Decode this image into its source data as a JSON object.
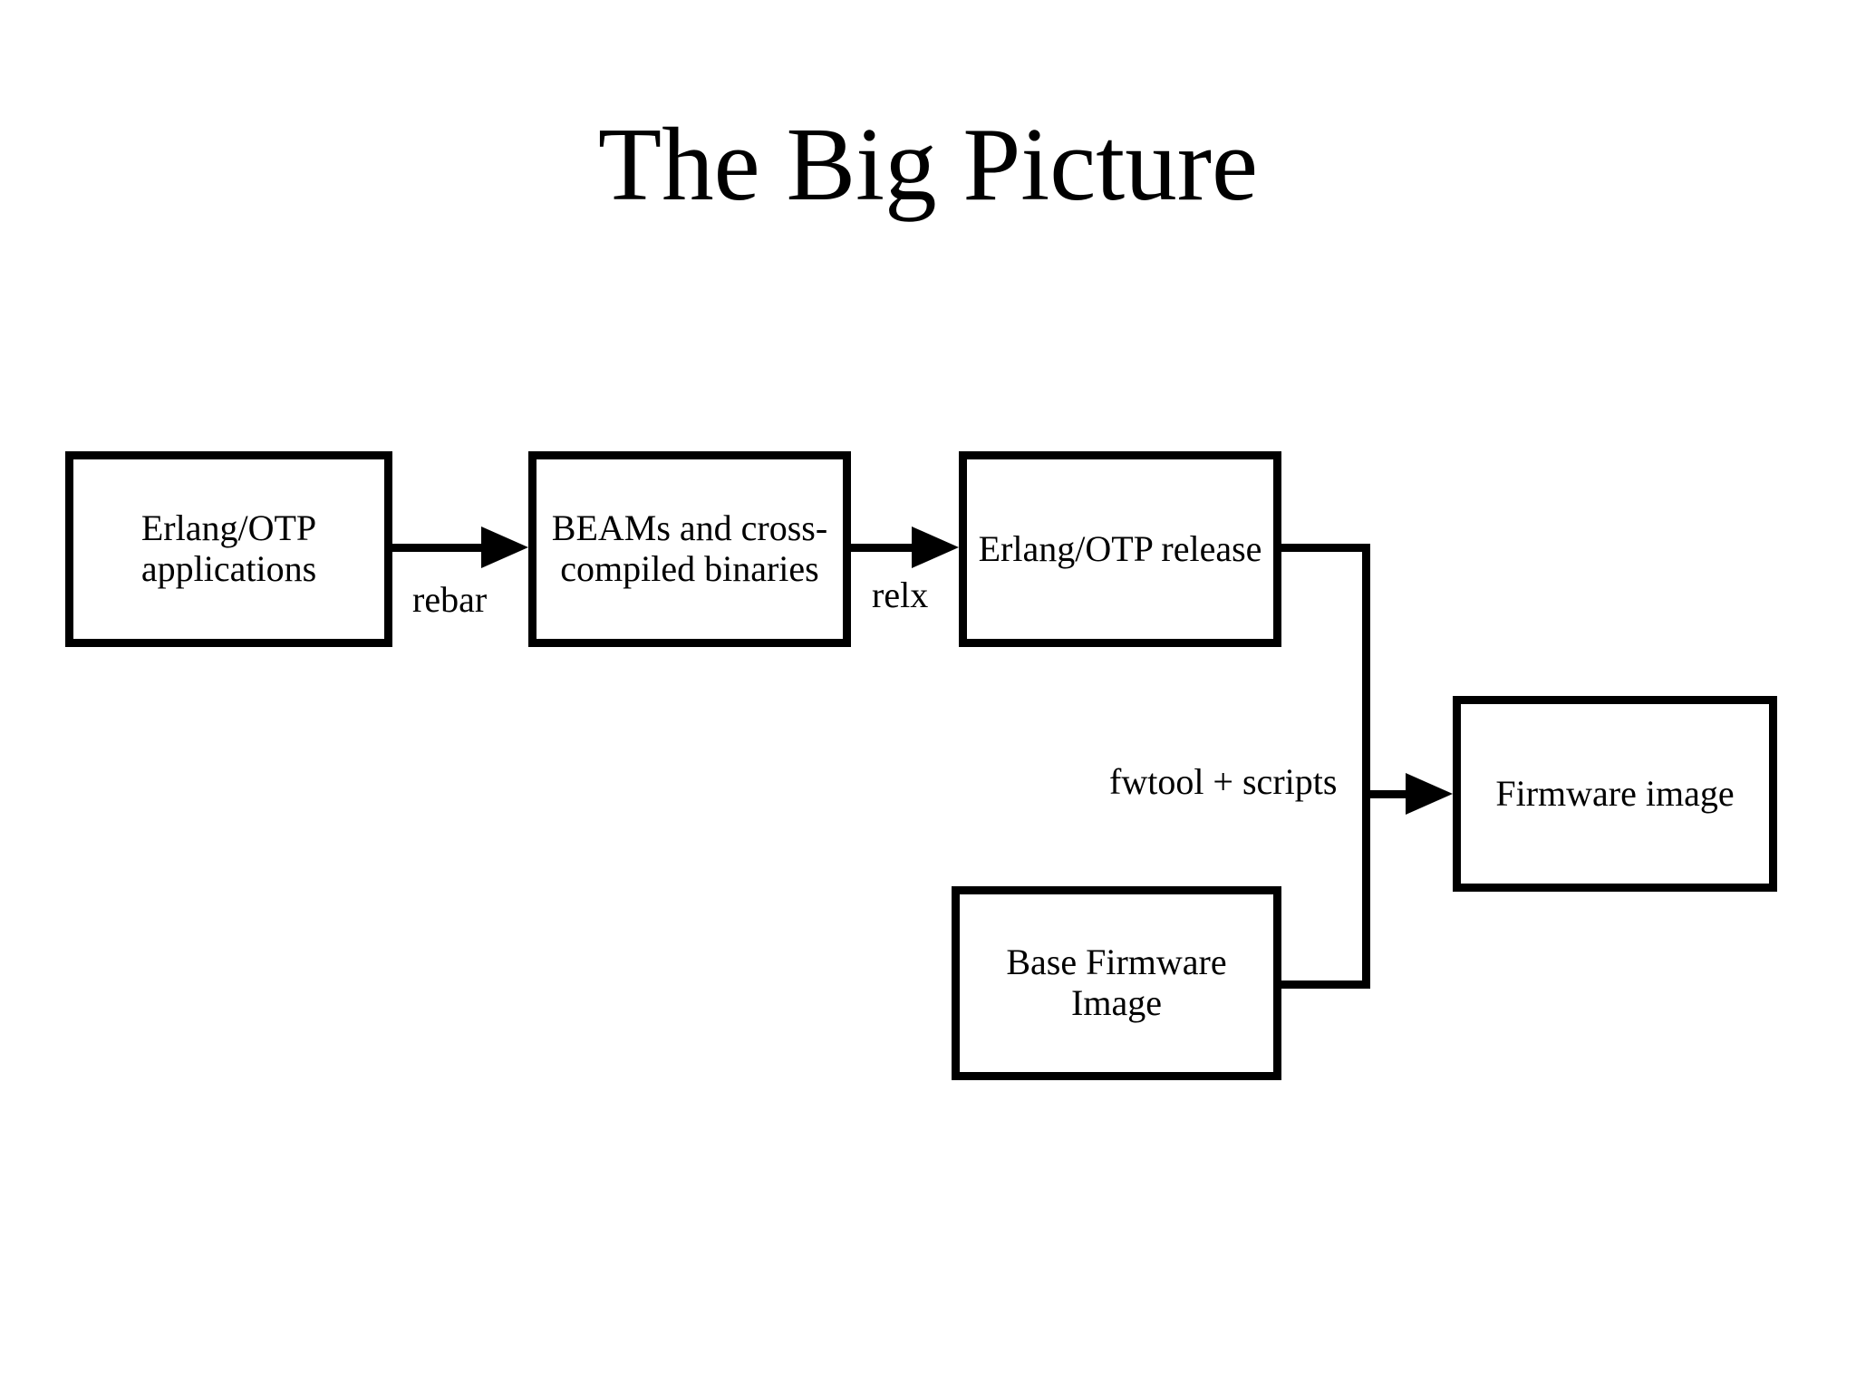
{
  "title": "The Big Picture",
  "colors": {
    "background": "#ffffff",
    "foreground": "#000000"
  },
  "diagram": {
    "nodes": [
      {
        "id": "erlang-otp-applications",
        "lines": [
          "Erlang/OTP",
          "applications"
        ]
      },
      {
        "id": "beams-cross-compiled-binaries",
        "lines": [
          "BEAMs and cross-",
          "compiled binaries"
        ]
      },
      {
        "id": "erlang-otp-release",
        "lines": [
          "Erlang/OTP release"
        ]
      },
      {
        "id": "firmware-image",
        "lines": [
          "Firmware image"
        ]
      },
      {
        "id": "base-firmware-image",
        "lines": [
          "Base Firmware",
          "Image"
        ]
      }
    ],
    "edges": [
      {
        "from": "erlang-otp-applications",
        "to": "beams-cross-compiled-binaries",
        "label": "rebar"
      },
      {
        "from": "beams-cross-compiled-binaries",
        "to": "erlang-otp-release",
        "label": "relx"
      },
      {
        "from": "erlang-otp-release + base-firmware-image",
        "to": "firmware-image",
        "label": "fwtool + scripts"
      }
    ]
  }
}
